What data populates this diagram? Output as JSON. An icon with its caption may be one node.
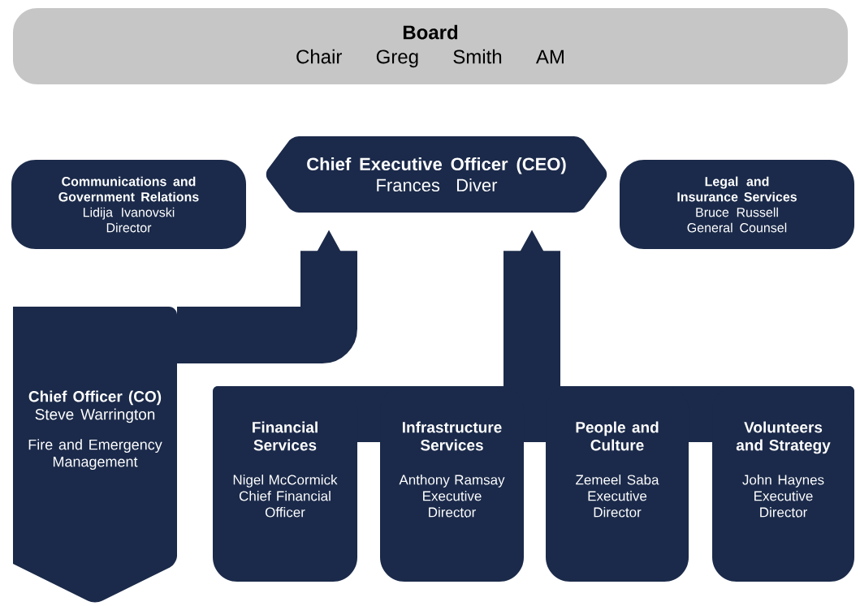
{
  "diagram": {
    "nodes": [
      {
        "text": [
          "Board",
          "Chair Greg Smith AM"
        ]
      },
      {
        "text": [
          "Chief Executive Officer (CEO)",
          "Frances Diver"
        ]
      },
      {
        "text": [
          "Communications and Government Relations",
          "Lidija Ivanovski",
          "Director"
        ]
      },
      {
        "text": [
          "Legal and Insurance Services",
          "Bruce Russell",
          "General Counsel"
        ]
      },
      {
        "text": [
          "Chief Officer (CO)",
          "Steve Warrington",
          "Fire and Emergency Management"
        ]
      },
      {
        "text": [],
        "shape": "box"
      },
      {
        "text": [
          "Financial Services",
          "Nigel McCormick",
          "Chief Financial Officer"
        ]
      },
      {
        "text": [
          "Infrastructure Services",
          "Anthony Ramsay",
          "Executive Director"
        ]
      },
      {
        "text": [
          "People and Culture",
          "Zemeel Saba",
          "Executive Director"
        ]
      },
      {
        "text": [
          "Volunteers and Strategy",
          "John Haynes",
          "Executive Director"
        ]
      }
    ],
    "edges": [
      {
        "from": 4,
        "to": 1,
        "arrow": "to"
      },
      {
        "from": 5,
        "to": 1,
        "arrow": "to"
      }
    ]
  }
}
